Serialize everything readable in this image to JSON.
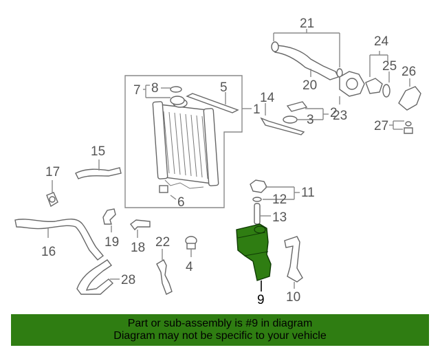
{
  "diagram": {
    "callouts": {
      "c1": "1",
      "c2": "2",
      "c3": "3",
      "c4": "4",
      "c5": "5",
      "c6": "6",
      "c7": "7",
      "c8": "8",
      "c9": "9",
      "c10": "10",
      "c11": "11",
      "c12": "12",
      "c13": "13",
      "c14": "14",
      "c15": "15",
      "c16": "16",
      "c17": "17",
      "c18": "18",
      "c19": "19",
      "c20": "20",
      "c21": "21",
      "c22": "22",
      "c23": "23",
      "c24": "24",
      "c25": "25",
      "c26": "26",
      "c27": "27",
      "c28": "28"
    },
    "highlight_color": "#2f7d12"
  },
  "banner": {
    "line1": "Part or sub-assembly is #9 in diagram",
    "line2": "Diagram may not be specific to your vehicle",
    "background": "#2f7d12"
  }
}
